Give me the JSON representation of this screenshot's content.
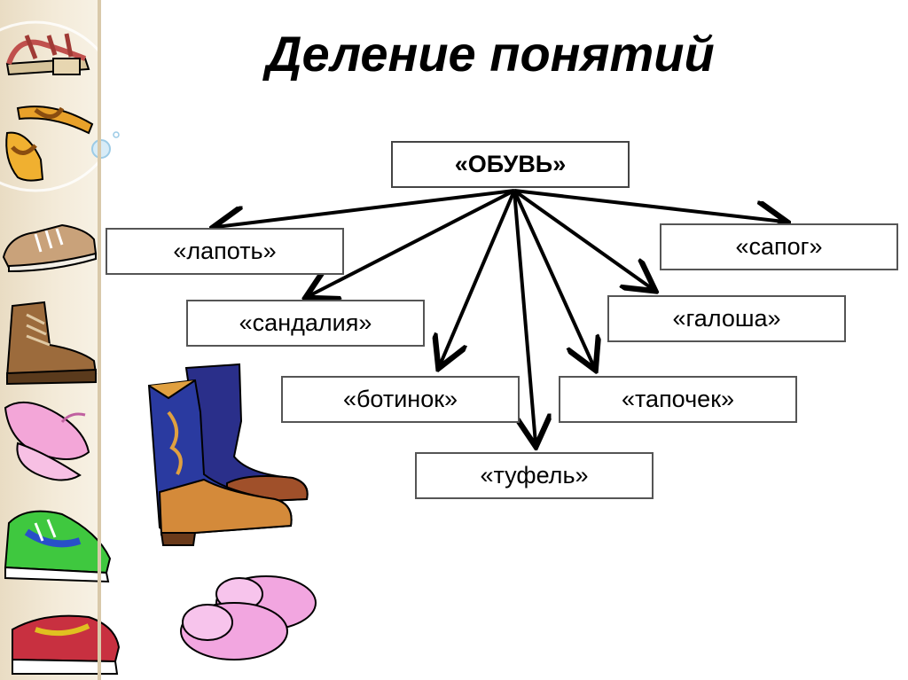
{
  "slide": {
    "title": "Деление понятий"
  },
  "diagram": {
    "root": {
      "label": "«ОБУВЬ»"
    },
    "children": [
      {
        "id": "lapot",
        "label": "«лапоть»"
      },
      {
        "id": "sandaliya",
        "label": "«сандалия»"
      },
      {
        "id": "botinok",
        "label": "«ботинок»"
      },
      {
        "id": "tufel",
        "label": "«туфель»"
      },
      {
        "id": "tapochek",
        "label": "«тапочек»"
      },
      {
        "id": "galosha",
        "label": "«галоша»"
      },
      {
        "id": "sapog",
        "label": "«сапог»"
      }
    ]
  },
  "decorations": {
    "icons": [
      "sandal-icon",
      "flip-flop-icon",
      "oxford-shoe-icon",
      "hiking-boot-icon",
      "ballet-slipper-icon",
      "sneaker-icon",
      "sneaker-icon",
      "cowboy-boots-icon",
      "fuzzy-slippers-icon"
    ]
  },
  "colors": {
    "sidebar": "#efe3cc",
    "box_border": "#555555",
    "arrow": "#000000"
  }
}
